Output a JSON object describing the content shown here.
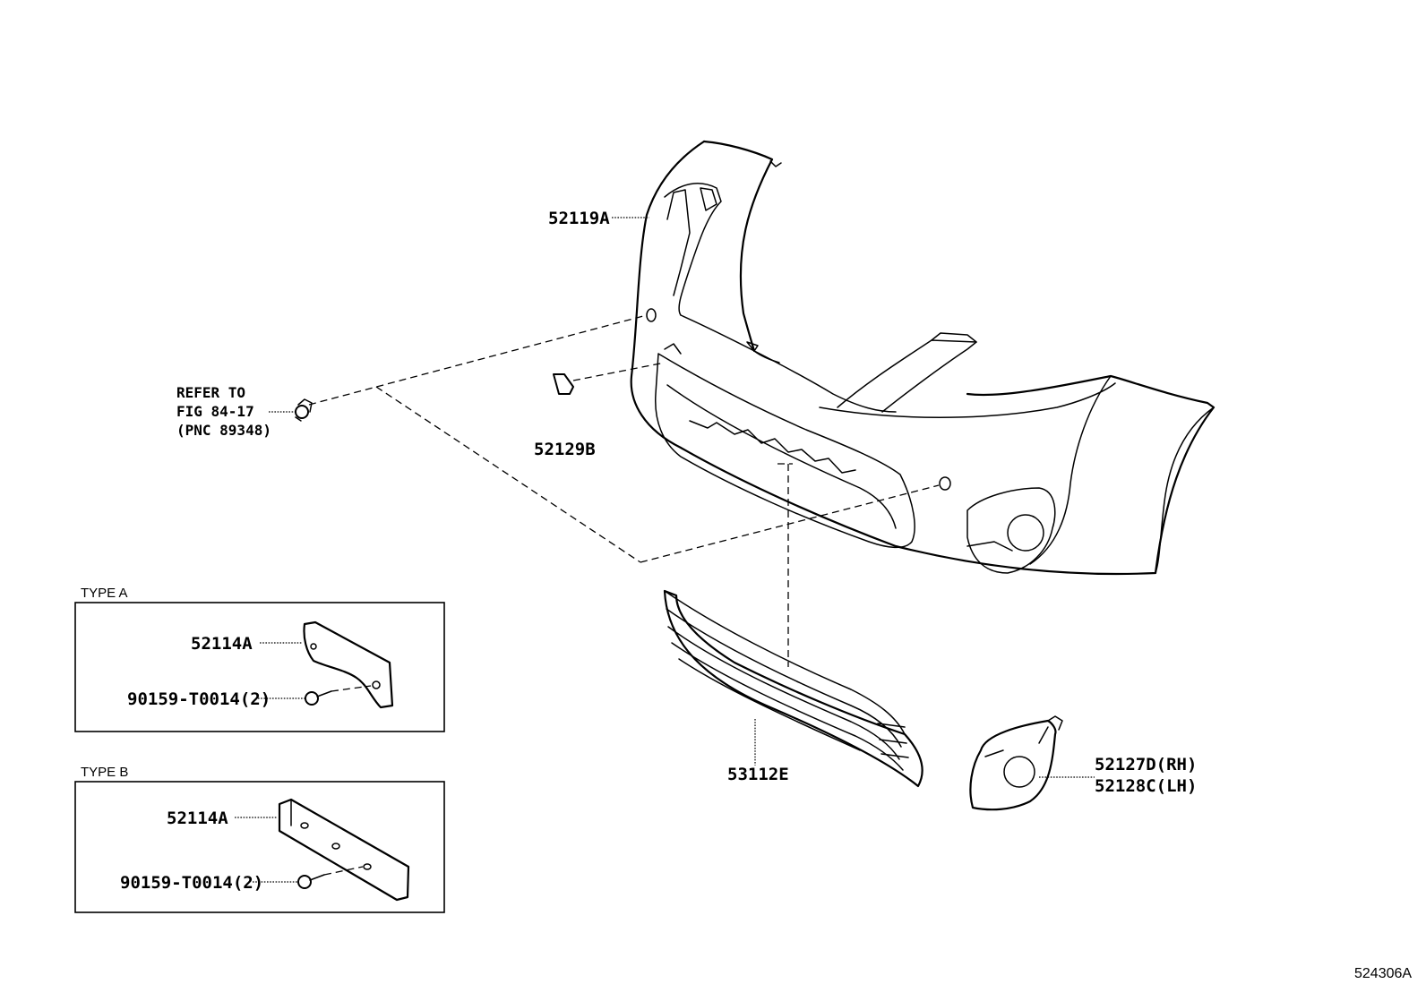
{
  "diagram": {
    "parts": {
      "cover": "52119A",
      "cap": "52129B",
      "grille": "53112E",
      "fog_cover_rh": "52127D(RH)",
      "fog_cover_lh": "52128C(LH)"
    },
    "refer_note": {
      "line1": "REFER TO",
      "line2": "FIG 84-17",
      "line3": "(PNC 89348)"
    },
    "type_a": {
      "title": "TYPE A",
      "bracket": "52114A",
      "screw": "90159-T0014(2)"
    },
    "type_b": {
      "title": "TYPE B",
      "bracket": "52114A",
      "screw": "90159-T0014(2)"
    },
    "figure_id": "524306A"
  }
}
